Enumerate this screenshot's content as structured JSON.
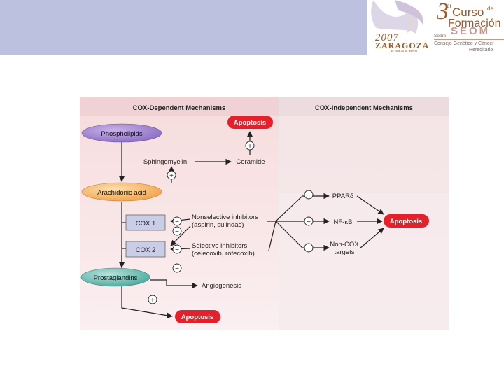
{
  "logo": {
    "year": "2007",
    "city": "ZARAGOZA",
    "dates": "de 26 a 28 de febrero",
    "edition_number": "3",
    "edition_sup": "er",
    "curso": "Curso",
    "de": "de",
    "formacion": "Formación",
    "org": "SEOM",
    "sobre": "Sobre",
    "subtitle_1": "Consejo Genético y Cáncer",
    "subtitle_2": "Hereditario"
  },
  "diagram": {
    "headers": {
      "dependent": "COX-Dependent Mechanisms",
      "independent": "COX-Independent Mechanisms"
    },
    "nodes": {
      "phospholipids": "Phospholipids",
      "apoptosis_top": "Apoptosis",
      "sphingomyelin": "Sphingomyelin",
      "ceramide": "Ceramide",
      "arachidonic_acid": "Arachidonic acid",
      "cox1": "COX 1",
      "cox2": "COX 2",
      "nonselective_1": "Nonselective inhibitors",
      "nonselective_2": "(aspirin, sulindac)",
      "selective_1": "Selective inhibitors",
      "selective_2": "(celecoxib, rofecoxib)",
      "prostaglandins": "Prostaglandins",
      "angiogenesis": "Angiogenesis",
      "apoptosis_bottom": "Apoptosis",
      "ppar": "PPARδ",
      "nfkb": "NF-κB",
      "noncox_1": "Non-COX",
      "noncox_2": "targets",
      "apoptosis_right": "Apoptosis"
    },
    "signs": {
      "plus": "+",
      "minus": "−"
    }
  }
}
